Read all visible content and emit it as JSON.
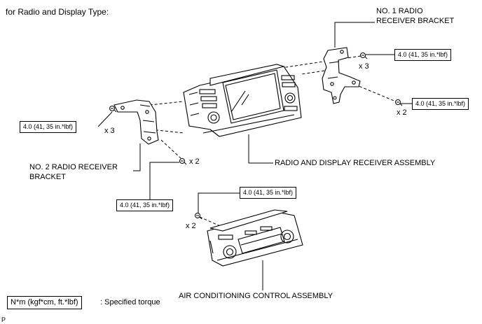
{
  "header": {
    "title": "for Radio and Display Type:"
  },
  "labels": {
    "no1_bracket_line1": "NO. 1 RADIO",
    "no1_bracket_line2": "RECEIVER BRACKET",
    "no2_bracket_line1": "NO. 2 RADIO RECEIVER",
    "no2_bracket_line2": "BRACKET",
    "radio_assembly": "RADIO AND DISPLAY RECEIVER ASSEMBLY",
    "ac_assembly": "AIR CONDITIONING CONTROL ASSEMBLY"
  },
  "torques": {
    "t1": "4.0 (41, 35 in.*lbf)",
    "t2": "4.0 (41, 35 in.*lbf)",
    "t3": "4.0 (41, 35 in.*lbf)",
    "t4": "4.0 (41, 35 in.*lbf)",
    "t5": "4.0 (41, 35 in.*lbf)"
  },
  "quantities": {
    "q1": "x 3",
    "q2": "x 2",
    "q3": "x 3",
    "q4": "x 2",
    "q5": "x 2"
  },
  "legend": {
    "unit_box": "N*m (kgf*cm, ft.*lbf)",
    "meaning": ": Specified torque"
  },
  "footer": {
    "code": "P"
  }
}
